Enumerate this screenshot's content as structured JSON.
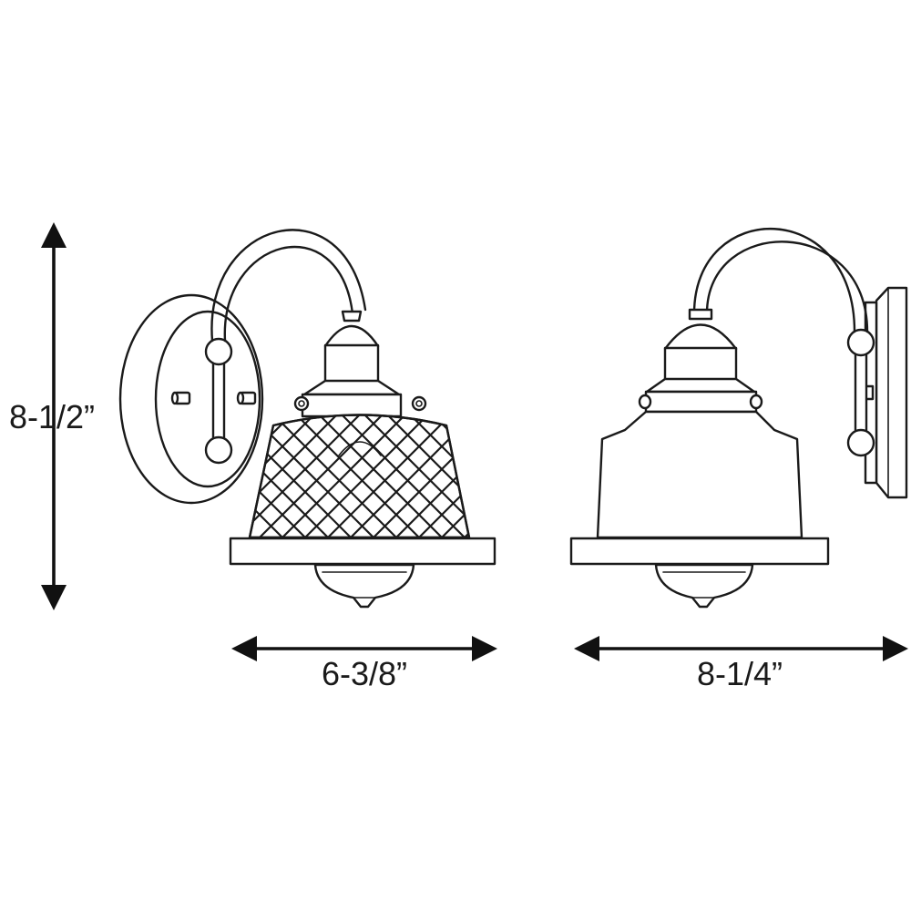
{
  "dimensions": {
    "height": "8-1/2”",
    "front_width": "6-3/8”",
    "side_depth": "8-1/4”"
  }
}
